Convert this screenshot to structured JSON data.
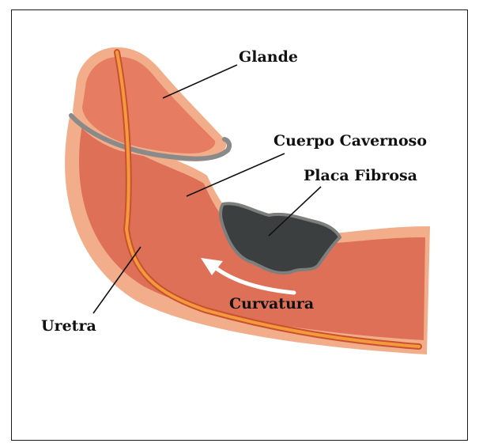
{
  "labels": {
    "glande": "Glande",
    "cuerpo_cavernoso": "Cuerpo Cavernoso",
    "placa_fibrosa": "Placa Fibrosa",
    "curvatura": "Curvatura",
    "uretra": "Uretra"
  },
  "colors": {
    "outer_skin": "#f2ad8a",
    "tissue": "#de7058",
    "glans": "#e67d63",
    "corona_ring": "#8a8a8a",
    "urethra": "#f39a3c",
    "plaque": "#3c3f3f",
    "plaque_edge": "#7d7f7d",
    "arrow": "#ffffff",
    "leader_lines": "#111111"
  }
}
